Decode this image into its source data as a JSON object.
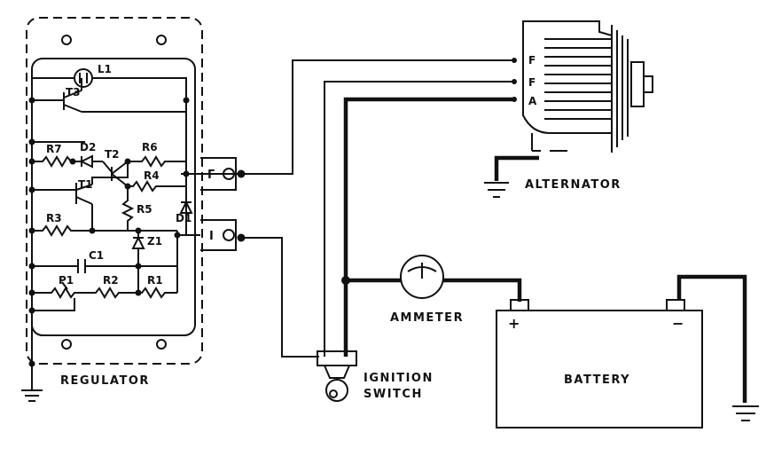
{
  "regulator": {
    "label": "REGULATOR",
    "components": {
      "lamp": "L1",
      "t3": "T3",
      "t2": "T2",
      "t1": "T1",
      "d2": "D2",
      "d1": "D1",
      "r7": "R7",
      "r6": "R6",
      "r4": "R4",
      "r5": "R5",
      "r3": "R3",
      "r2": "R2",
      "r1": "R1",
      "p1": "P1",
      "c1": "C1",
      "z1": "Z1"
    },
    "terminal_f": "F",
    "terminal_i": "I"
  },
  "alternator": {
    "label": "ALTERNATOR",
    "terminal_f1": "F",
    "terminal_f2": "F",
    "terminal_a": "A"
  },
  "ammeter": {
    "label": "AMMETER"
  },
  "ignition": {
    "label_line1": "IGNITION",
    "label_line2": "SWITCH"
  },
  "battery": {
    "label": "BATTERY",
    "plus": "+",
    "minus": "−"
  }
}
